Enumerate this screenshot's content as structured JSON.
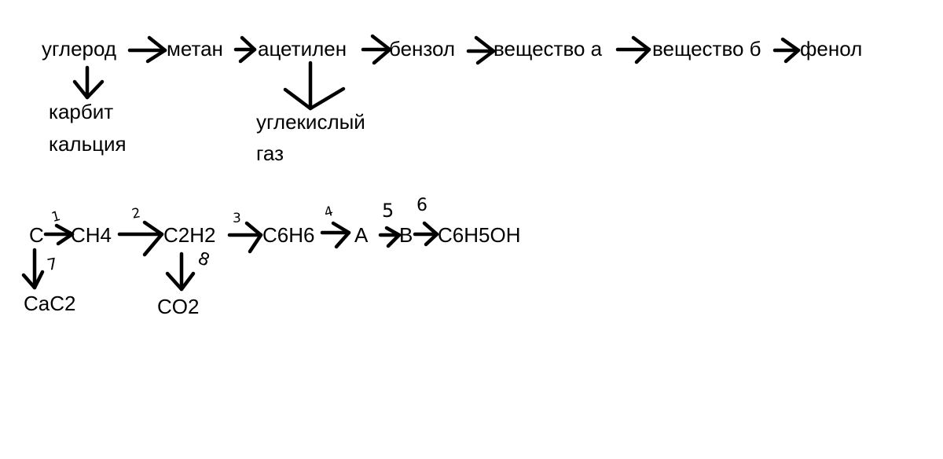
{
  "chain_words": {
    "carbon": "углерод",
    "methane": "метан",
    "acetylene": "ацетилен",
    "benzene": "бензол",
    "substance_a": "вещество а",
    "substance_b": "вещество б",
    "phenol": "фенол",
    "calcium_carbide_line1": "карбит",
    "calcium_carbide_line2": "кальция",
    "carbon_dioxide_line1": "углекислый",
    "carbon_dioxide_line2": "газ"
  },
  "chain_formulas": {
    "c": "C",
    "ch4": "CH4",
    "c2h2": "C2H2",
    "c6h6": "C6H6",
    "a": "A",
    "b": "B",
    "c6h5oh": "C6H5OH",
    "cac2": "CaC2",
    "co2": "CO2"
  },
  "step_numbers": {
    "n1": "1",
    "n2": "2",
    "n3": "3",
    "n4": "4",
    "n5": "5",
    "n6": "6",
    "n7": "7",
    "n8": "8"
  }
}
